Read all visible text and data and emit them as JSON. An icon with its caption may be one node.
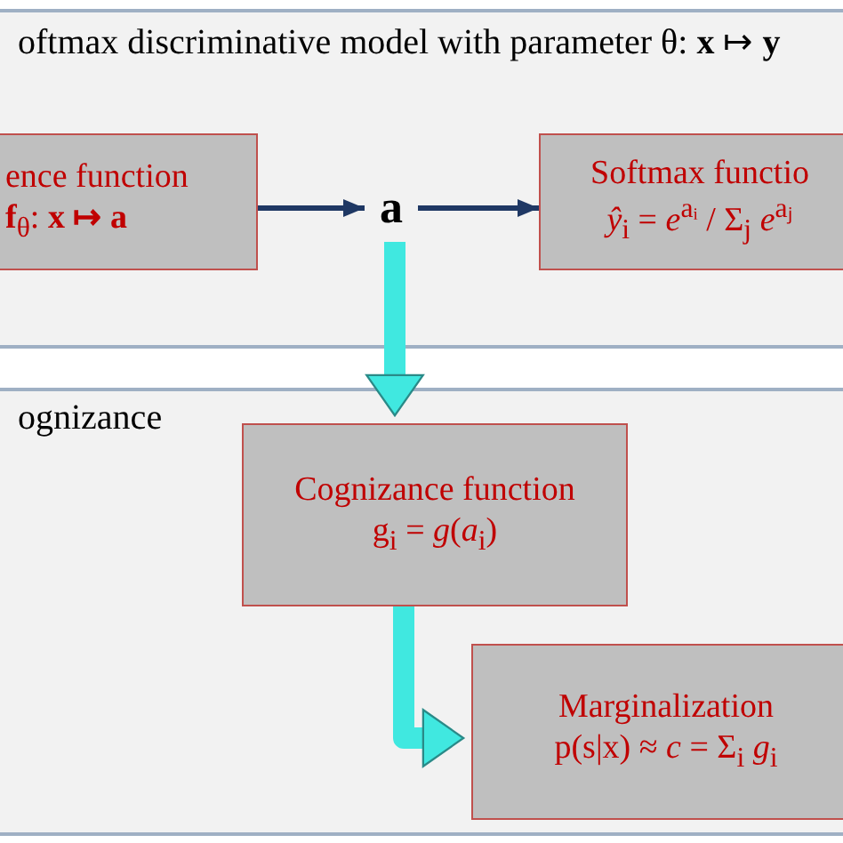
{
  "diagram": {
    "nodes": [
      {
        "text": [
          "oftmax discriminative model with parameter θ: **x** ↦ **y**"
        ]
      },
      {
        "text": [
          "ence function",
          "**f**$_{θ}$: **x ↦ a**"
        ],
        "in": 0
      },
      {
        "text": [
          "a"
        ],
        "in": 0
      },
      {
        "text": [
          "Softmax functio",
          "*ŷ*$_{i}$ = *e*$^{aᵢ}$ / Σ$_{j}$ *e*$^{aⱼ}$"
        ],
        "in": 0
      },
      {
        "text": [
          "ognizance"
        ]
      },
      {
        "text": [
          "Cognizance function",
          "g$_{i}$ = *g*(*a*$_{i}$)"
        ],
        "in": 4
      },
      {
        "text": [
          "Marginalization",
          "p(s|x) ≈ *c* = Σ$_{i}$ *g*$_{i}$"
        ],
        "in": 4
      }
    ],
    "edges": [
      {
        "from": 1,
        "to": 2,
        "arrow": "to"
      },
      {
        "from": 2,
        "to": 3,
        "arrow": "to"
      },
      {
        "from": 2,
        "to": 5,
        "arrow": "to",
        "style": "thick",
        "color": "#40e8e0"
      },
      {
        "from": 5,
        "to": 6,
        "arrow": "to",
        "style": "thick",
        "color": "#40e8e0"
      }
    ]
  }
}
